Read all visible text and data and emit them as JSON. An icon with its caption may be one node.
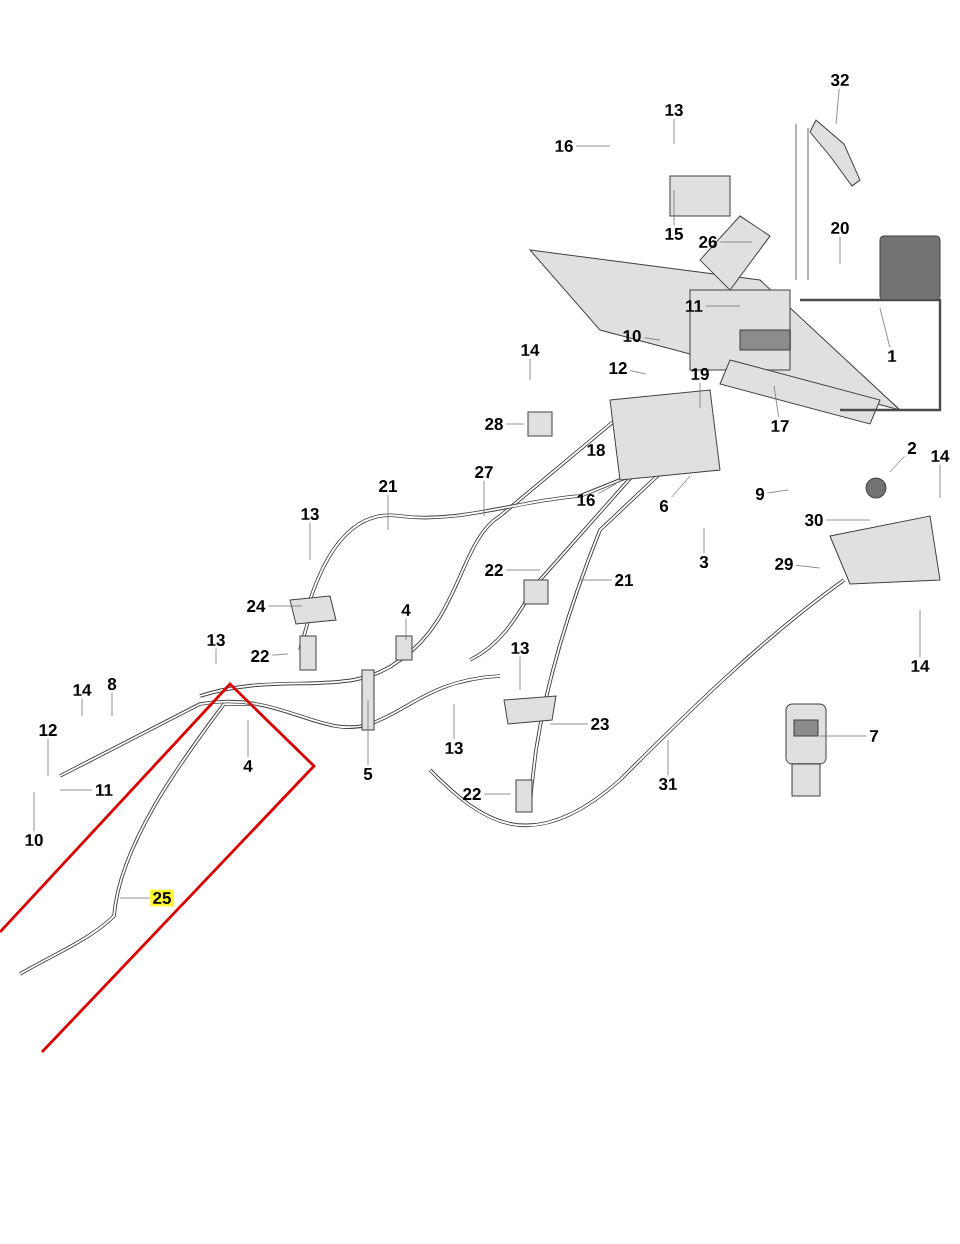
{
  "diagram": {
    "nodes": [
      {
        "text": [
          "32"
        ]
      },
      {
        "text": [
          "13"
        ]
      },
      {
        "text": [
          "16"
        ]
      },
      {
        "text": [
          "15"
        ]
      },
      {
        "text": [
          "26"
        ]
      },
      {
        "text": [
          "20"
        ]
      },
      {
        "text": [
          "11"
        ]
      },
      {
        "text": [
          "1"
        ]
      },
      {
        "text": [
          "14"
        ]
      },
      {
        "text": [
          "10"
        ]
      },
      {
        "text": [
          "12"
        ]
      },
      {
        "text": [
          "19"
        ]
      },
      {
        "text": [
          "28"
        ]
      },
      {
        "text": [
          "17"
        ]
      },
      {
        "text": [
          "16"
        ]
      },
      {
        "text": [
          "27"
        ]
      },
      {
        "text": [
          "21"
        ]
      },
      {
        "text": [
          "6"
        ]
      },
      {
        "text": [
          "2"
        ]
      },
      {
        "text": [
          "14"
        ]
      },
      {
        "text": [
          "9"
        ]
      },
      {
        "text": [
          "30"
        ]
      },
      {
        "text": [
          "3"
        ]
      },
      {
        "text": [
          "29"
        ]
      },
      {
        "text": [
          "13"
        ]
      },
      {
        "text": [
          "22"
        ]
      },
      {
        "text": [
          "21"
        ]
      },
      {
        "text": [
          "24"
        ]
      },
      {
        "text": [
          "4"
        ]
      },
      {
        "text": [
          "14"
        ]
      },
      {
        "text": [
          "13"
        ]
      },
      {
        "text": [
          "22"
        ]
      },
      {
        "text": [
          "13"
        ]
      },
      {
        "text": [
          "14"
        ]
      },
      {
        "text": [
          "8"
        ]
      },
      {
        "text": [
          "4"
        ]
      },
      {
        "text": [
          "5"
        ]
      },
      {
        "text": [
          "13"
        ]
      },
      {
        "text": [
          "23"
        ]
      },
      {
        "text": [
          "7"
        ]
      },
      {
        "text": [
          "12"
        ]
      },
      {
        "text": [
          "11"
        ]
      },
      {
        "text": [
          "31"
        ]
      },
      {
        "text": [
          "10"
        ]
      },
      {
        "text": [
          "22"
        ]
      },
      {
        "text": [
          "25"
        ]
      }
    ],
    "edges": [
      {
        "from": 0,
        "to": null,
        "arrow": "none"
      },
      {
        "from": 1,
        "to": null,
        "arrow": "none"
      },
      {
        "from": 2,
        "to": null,
        "arrow": "none"
      },
      {
        "from": 3,
        "to": null,
        "arrow": "none"
      },
      {
        "from": 4,
        "to": null,
        "arrow": "none"
      },
      {
        "from": 5,
        "to": null,
        "arrow": "none"
      },
      {
        "from": 6,
        "to": null,
        "arrow": "none"
      },
      {
        "from": 7,
        "to": null,
        "arrow": "none"
      },
      {
        "from": 8,
        "to": null,
        "arrow": "none"
      },
      {
        "from": 9,
        "to": null,
        "arrow": "none"
      },
      {
        "from": 10,
        "to": null,
        "arrow": "none"
      },
      {
        "from": 11,
        "to": null,
        "arrow": "none"
      },
      {
        "from": 12,
        "to": null,
        "arrow": "none"
      },
      {
        "from": 13,
        "to": null,
        "arrow": "none"
      },
      {
        "from": 14,
        "to": null,
        "arrow": "none"
      },
      {
        "from": 15,
        "to": null,
        "arrow": "none"
      },
      {
        "from": 16,
        "to": null,
        "arrow": "none"
      },
      {
        "from": 17,
        "to": null,
        "arrow": "none"
      },
      {
        "from": 18,
        "to": null,
        "arrow": "none"
      },
      {
        "from": 19,
        "to": null,
        "arrow": "none"
      },
      {
        "from": 20,
        "to": null,
        "arrow": "none"
      },
      {
        "from": 21,
        "to": null,
        "arrow": "none"
      },
      {
        "from": 22,
        "to": null,
        "arrow": "none"
      },
      {
        "from": 23,
        "to": null,
        "arrow": "none"
      },
      {
        "from": 24,
        "to": null,
        "arrow": "none"
      },
      {
        "from": 25,
        "to": null,
        "arrow": "none"
      },
      {
        "from": 26,
        "to": null,
        "arrow": "none"
      },
      {
        "from": 27,
        "to": null,
        "arrow": "none"
      },
      {
        "from": 28,
        "to": null,
        "arrow": "none"
      },
      {
        "from": 29,
        "to": null,
        "arrow": "none"
      },
      {
        "from": 30,
        "to": null,
        "arrow": "none"
      },
      {
        "from": 31,
        "to": null,
        "arrow": "none"
      },
      {
        "from": 32,
        "to": null,
        "arrow": "none"
      },
      {
        "from": 33,
        "to": null,
        "arrow": "none"
      },
      {
        "from": 34,
        "to": null,
        "arrow": "none"
      },
      {
        "from": 35,
        "to": null,
        "arrow": "none"
      },
      {
        "from": 36,
        "to": null,
        "arrow": "none"
      },
      {
        "from": 37,
        "to": null,
        "arrow": "none"
      },
      {
        "from": 38,
        "to": null,
        "arrow": "none"
      },
      {
        "from": 39,
        "to": null,
        "arrow": "none"
      },
      {
        "from": 40,
        "to": null,
        "arrow": "none"
      },
      {
        "from": 41,
        "to": null,
        "arrow": "none"
      },
      {
        "from": 42,
        "to": null,
        "arrow": "none"
      },
      {
        "from": 43,
        "to": null,
        "arrow": "none"
      },
      {
        "from": 44,
        "to": null,
        "arrow": "none"
      },
      {
        "from": 45,
        "to": null,
        "arrow": "none"
      }
    ],
    "labels": [
      "18"
    ]
  }
}
